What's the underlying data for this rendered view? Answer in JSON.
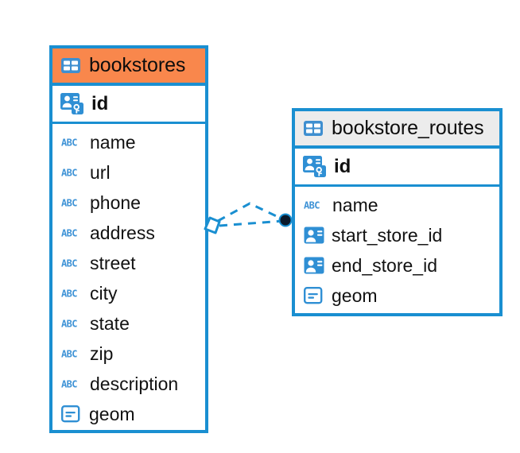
{
  "diagram": {
    "type": "entity-relationship",
    "background": "#ffffff",
    "accent_color": "#1a8fd1",
    "highlight_color": "#f9874c",
    "header_plain_color": "#ececec"
  },
  "entities": [
    {
      "name": "bookstores",
      "header_style": "accent",
      "table_icon": "table-icon",
      "primary_key": {
        "label": "id",
        "icon": "primary-key-icon"
      },
      "fields": [
        {
          "label": "name",
          "icon": "text-type-icon"
        },
        {
          "label": "url",
          "icon": "text-type-icon"
        },
        {
          "label": "phone",
          "icon": "text-type-icon"
        },
        {
          "label": "address",
          "icon": "text-type-icon"
        },
        {
          "label": "street",
          "icon": "text-type-icon"
        },
        {
          "label": "city",
          "icon": "text-type-icon"
        },
        {
          "label": "state",
          "icon": "text-type-icon"
        },
        {
          "label": "zip",
          "icon": "text-type-icon"
        },
        {
          "label": "description",
          "icon": "text-type-icon"
        },
        {
          "label": "geom",
          "icon": "geometry-type-icon"
        }
      ]
    },
    {
      "name": "bookstore_routes",
      "header_style": "plain",
      "table_icon": "table-icon",
      "primary_key": {
        "label": "id",
        "icon": "primary-key-icon"
      },
      "fields": [
        {
          "label": "name",
          "icon": "text-type-icon"
        },
        {
          "label": "start_store_id",
          "icon": "foreign-key-icon"
        },
        {
          "label": "end_store_id",
          "icon": "foreign-key-icon"
        },
        {
          "label": "geom",
          "icon": "geometry-type-icon"
        }
      ]
    }
  ],
  "relationship": {
    "from_entity": "bookstores",
    "to_entity": "bookstore_routes",
    "line_style": "dashed",
    "line_color": "#1a8fd1",
    "source_marker": "diamond-marker",
    "target_marker": "filled-circle-marker",
    "target_marker_color": "#0b1a2b"
  }
}
